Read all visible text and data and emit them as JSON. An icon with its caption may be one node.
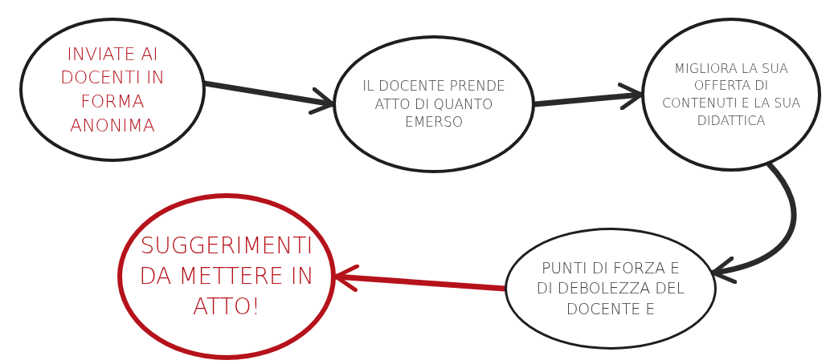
{
  "diagram": {
    "nodes": [
      {
        "text": [
          "INVIATE AI DOCENTI IN FORMA ANONIMA"
        ]
      },
      {
        "text": [
          "IL DOCENTE PRENDE ATTO DI QUANTO EMERSO"
        ]
      },
      {
        "text": [
          "MIGLIORA LA SUA OFFERTA DI CONTENUTI E LA SUA DIDATTICA"
        ]
      },
      {
        "text": [
          "PUNTI DI FORZA E DI DEBOLEZZA DEL DOCENTE E"
        ]
      },
      {
        "text": [
          "SUGGERIMENTI DA METTERE IN ATTO!"
        ]
      }
    ],
    "edges": [
      {
        "from": 0,
        "to": 1,
        "arrow": "to"
      },
      {
        "from": 1,
        "to": 2,
        "arrow": "to"
      },
      {
        "from": 2,
        "to": 3,
        "arrow": "to"
      },
      {
        "from": 3,
        "to": 4,
        "arrow": "to",
        "color": "#b5121b"
      }
    ]
  }
}
